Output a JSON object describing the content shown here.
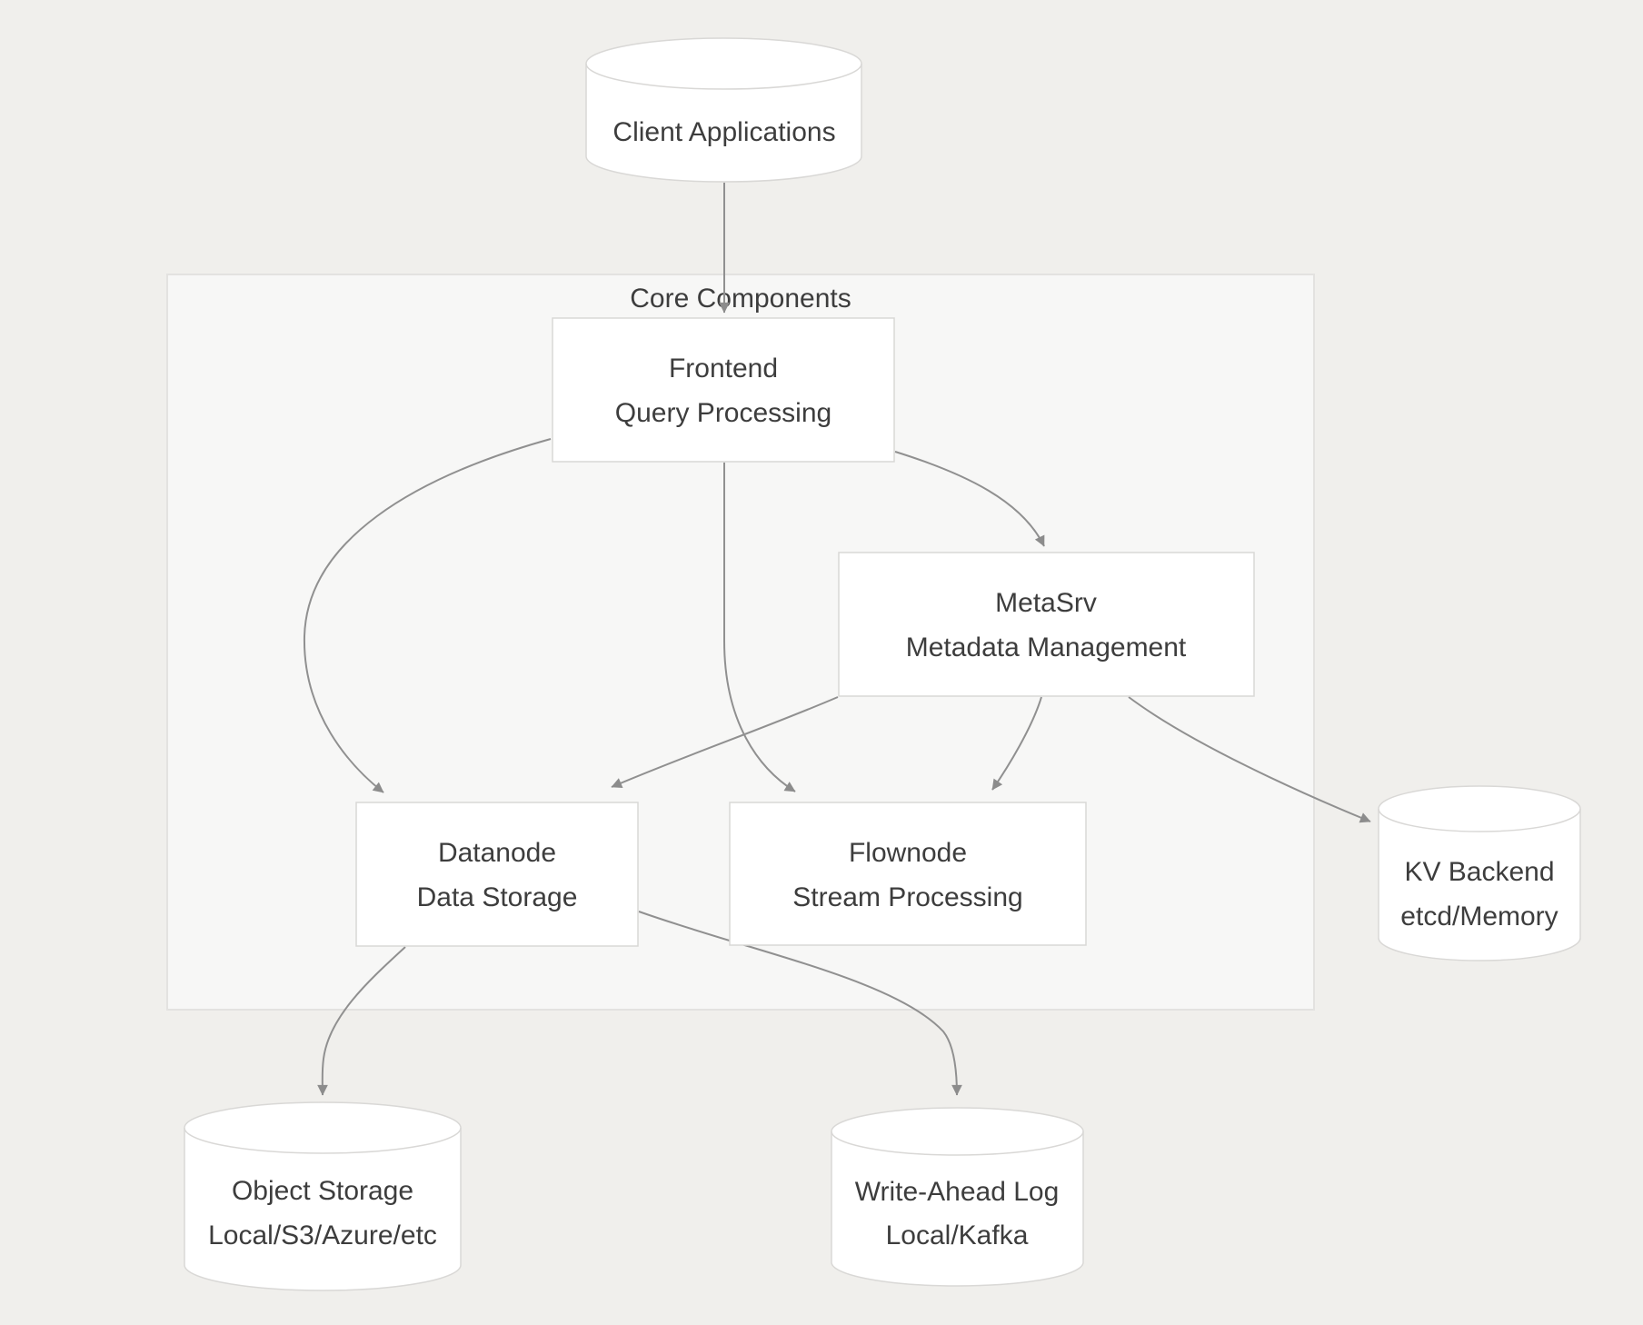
{
  "diagram": {
    "type": "flowchart",
    "container": {
      "label": "Core Components"
    },
    "nodes": {
      "client": {
        "label": "Client Applications",
        "shape": "cylinder"
      },
      "frontend": {
        "label": "Frontend",
        "sublabel": "Query Processing",
        "shape": "rect"
      },
      "metasrv": {
        "label": "MetaSrv",
        "sublabel": "Metadata Management",
        "shape": "rect"
      },
      "datanode": {
        "label": "Datanode",
        "sublabel": "Data Storage",
        "shape": "rect"
      },
      "flownode": {
        "label": "Flownode",
        "sublabel": "Stream Processing",
        "shape": "rect"
      },
      "kv_backend": {
        "label": "KV Backend",
        "sublabel": "etcd/Memory",
        "shape": "cylinder"
      },
      "object_storage": {
        "label": "Object Storage",
        "sublabel": "Local/S3/Azure/etc",
        "shape": "cylinder"
      },
      "wal": {
        "label": "Write-Ahead Log",
        "sublabel": "Local/Kafka",
        "shape": "cylinder"
      }
    },
    "edges": [
      {
        "from": "client",
        "to": "frontend"
      },
      {
        "from": "frontend",
        "to": "datanode"
      },
      {
        "from": "frontend",
        "to": "flownode"
      },
      {
        "from": "frontend",
        "to": "metasrv"
      },
      {
        "from": "metasrv",
        "to": "datanode"
      },
      {
        "from": "metasrv",
        "to": "flownode"
      },
      {
        "from": "metasrv",
        "to": "kv_backend"
      },
      {
        "from": "datanode",
        "to": "object_storage"
      },
      {
        "from": "datanode",
        "to": "wal"
      }
    ],
    "colors": {
      "page_bg": "#f0efec",
      "container_bg": "#f7f7f6",
      "container_border": "#e3e2e0",
      "node_bg": "#ffffff",
      "node_border": "#d9d8d6",
      "edge": "#909090",
      "arrowhead": "#8c8c8c",
      "text": "#3d3d3d"
    }
  }
}
